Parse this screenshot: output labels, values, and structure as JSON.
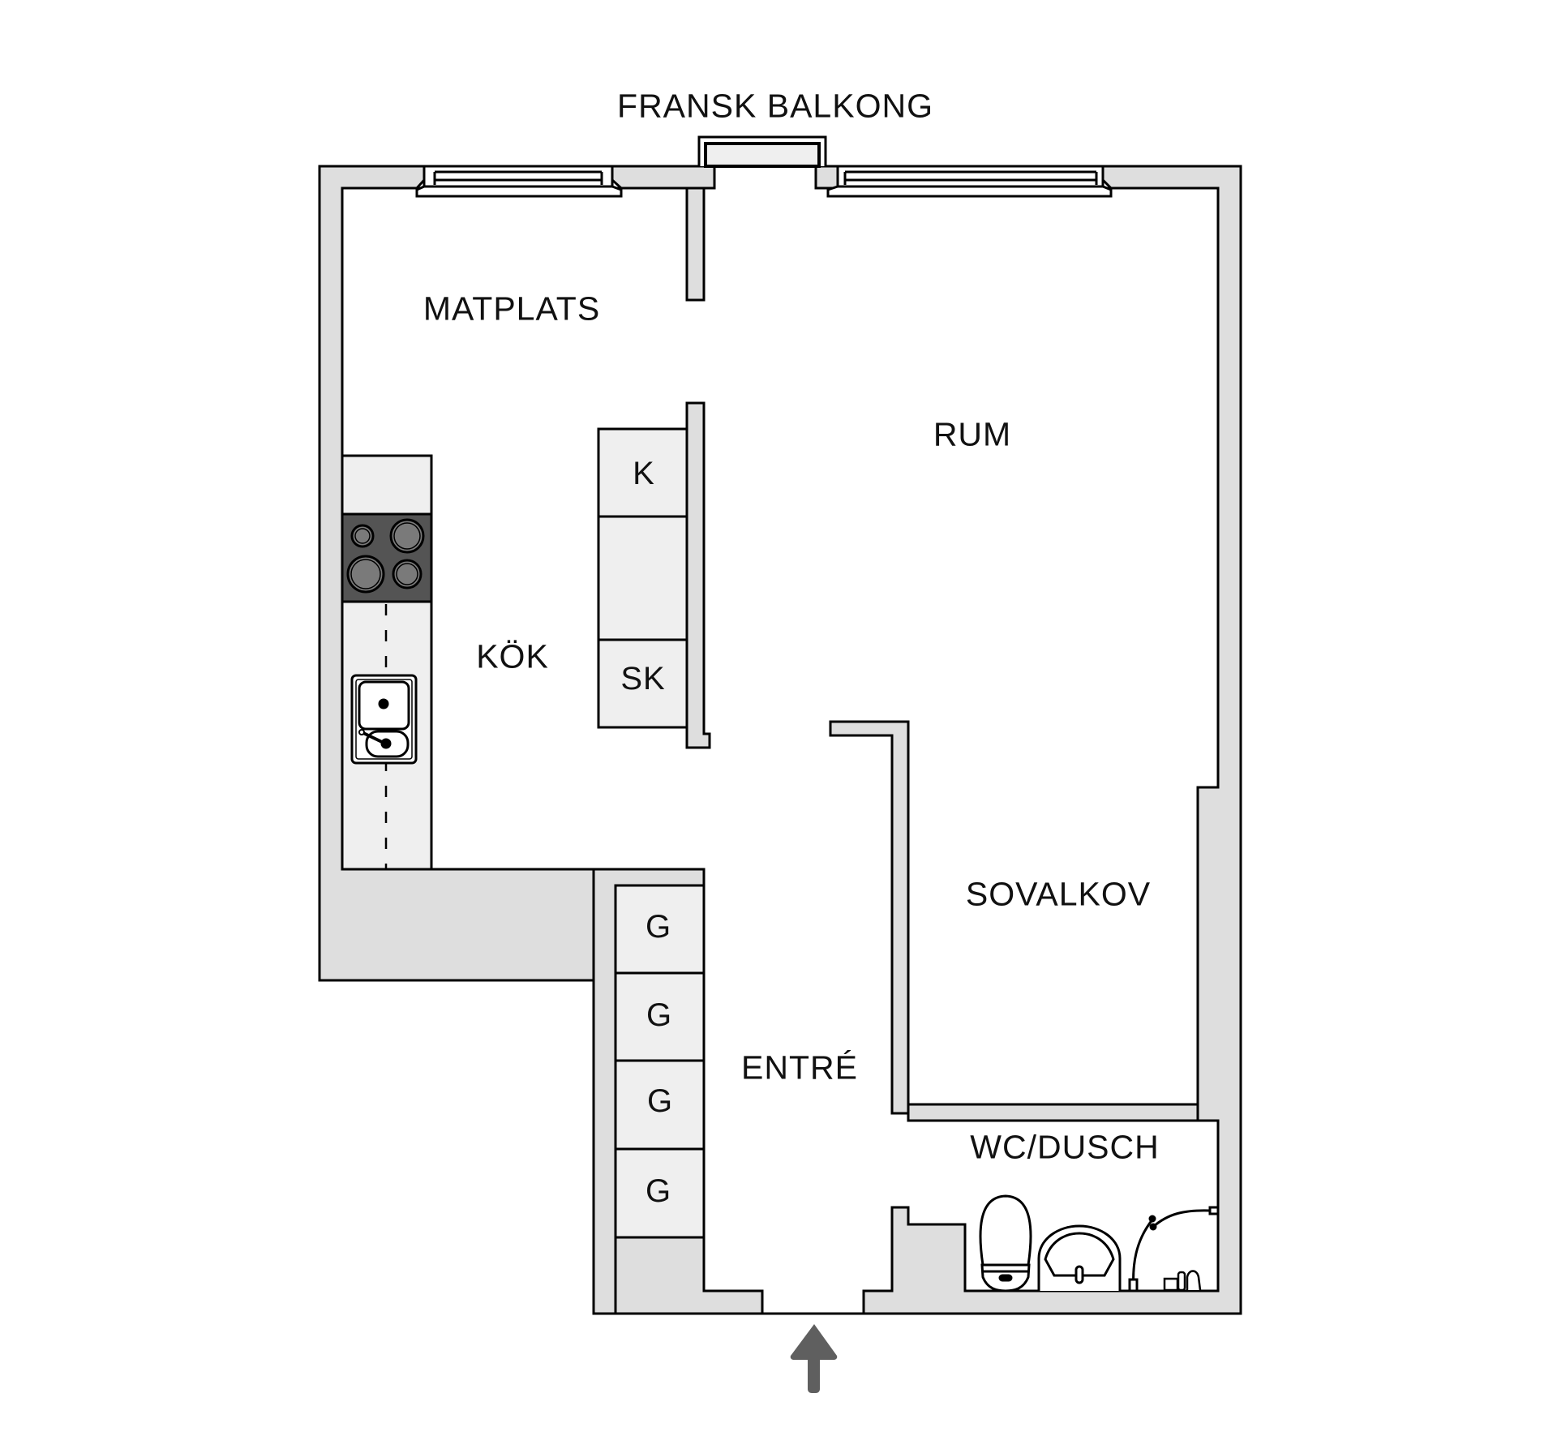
{
  "plan": {
    "type": "floor-plan",
    "colors": {
      "wall_fill": "#dedede",
      "cabinet_fill": "#efefef",
      "stroke": "#000000",
      "stove_fill": "#545454",
      "burner_fill": "#7a7a7a",
      "arrow": "#5f5f5f",
      "background": "#ffffff"
    },
    "labels": {
      "balcony": "FRANSK BALKONG",
      "dining": "MATPLATS",
      "living_room": "RUM",
      "kitchen": "KÖK",
      "sleeping_alcove": "SOVALKOV",
      "entrance": "ENTRÉ",
      "bathroom": "WC/DUSCH"
    },
    "cabinets": {
      "fridge": "K",
      "freezer": "SK",
      "wardrobes": [
        "G",
        "G",
        "G",
        "G"
      ]
    },
    "entrance_arrow": "arrow-up-icon"
  }
}
